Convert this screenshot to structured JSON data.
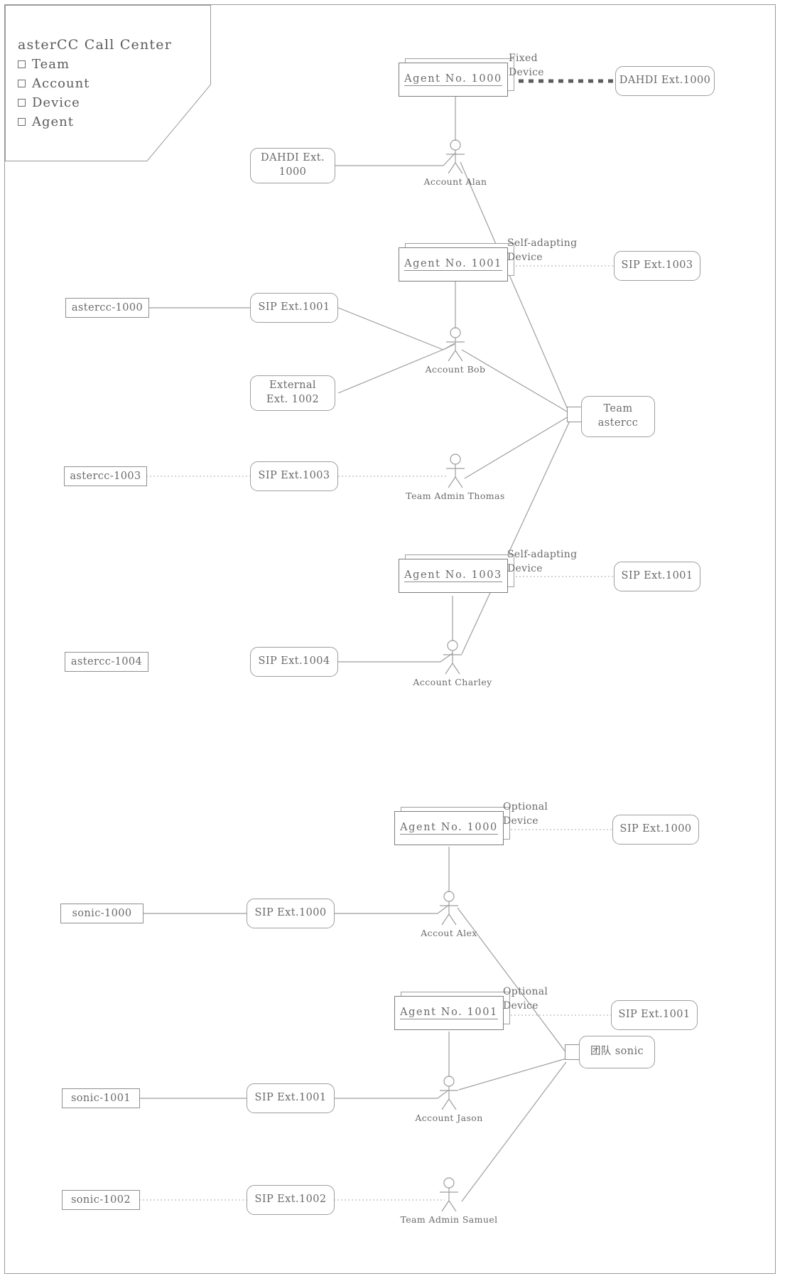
{
  "diagram": {
    "type": "uml-deployment-diagram",
    "title_note": {
      "title": "asterCC Call Center",
      "items": [
        {
          "label": "Team"
        },
        {
          "label": "Account"
        },
        {
          "label": "Device"
        },
        {
          "label": "Agent"
        }
      ]
    },
    "colors": {
      "stroke": "#9e9e9e",
      "text": "#6a6a6a",
      "background": "#ffffff",
      "frame": "#9a9a9a"
    },
    "agents": [
      {
        "id": "agent-1000-astercc",
        "label": "Agent  No. 1000",
        "device_label": "Fixed\nDevice"
      },
      {
        "id": "agent-1001-astercc",
        "label": "Agent  No. 1001",
        "device_label": "Self-adapting\nDevice"
      },
      {
        "id": "agent-1003-astercc",
        "label": "Agent  No. 1003",
        "device_label": "Self-adapting\nDevice"
      },
      {
        "id": "agent-1000-sonic",
        "label": "Agent  No. 1000",
        "device_label": "Optional\nDevice"
      },
      {
        "id": "agent-1001-sonic",
        "label": "Agent  No. 1001",
        "device_label": "Optional\nDevice"
      }
    ],
    "devices": [
      {
        "id": "dev-dahdi-1000-right",
        "label": "DAHDI Ext.1000"
      },
      {
        "id": "dev-dahdi-1000-left",
        "label": "DAHDI Ext.\n1000"
      },
      {
        "id": "dev-sip-1003-right",
        "label": "SIP Ext.1003"
      },
      {
        "id": "dev-sip-1001-bob",
        "label": "SIP Ext.1001"
      },
      {
        "id": "dev-ext-1002",
        "label": "External\nExt. 1002"
      },
      {
        "id": "dev-sip-1003-thomas",
        "label": "SIP Ext.1003"
      },
      {
        "id": "dev-sip-1001-right",
        "label": "SIP Ext.1001"
      },
      {
        "id": "dev-sip-1004",
        "label": "SIP Ext.1004"
      },
      {
        "id": "dev-sip-1000-right",
        "label": "SIP Ext.1000"
      },
      {
        "id": "dev-sip-1000-alex",
        "label": "SIP Ext.1000"
      },
      {
        "id": "dev-sip-1001-sonic-r",
        "label": "SIP Ext.1001"
      },
      {
        "id": "dev-sip-1001-jason",
        "label": "SIP Ext.1001"
      },
      {
        "id": "dev-sip-1002-samuel",
        "label": "SIP Ext.1002"
      }
    ],
    "accounts": [
      {
        "id": "acct-astercc-1000",
        "label": "astercc-1000"
      },
      {
        "id": "acct-astercc-1003",
        "label": "astercc-1003"
      },
      {
        "id": "acct-astercc-1004",
        "label": "astercc-1004"
      },
      {
        "id": "acct-sonic-1000",
        "label": "sonic-1000"
      },
      {
        "id": "acct-sonic-1001",
        "label": "sonic-1001"
      },
      {
        "id": "acct-sonic-1002",
        "label": "sonic-1002"
      }
    ],
    "actors": [
      {
        "id": "actor-alan",
        "label": "Account Alan"
      },
      {
        "id": "actor-bob",
        "label": "Account Bob"
      },
      {
        "id": "actor-thomas",
        "label": "Team Admin Thomas"
      },
      {
        "id": "actor-charley",
        "label": "Account Charley"
      },
      {
        "id": "actor-alex",
        "label": "Accout Alex"
      },
      {
        "id": "actor-jason",
        "label": "Account Jason"
      },
      {
        "id": "actor-samuel",
        "label": "Team Admin Samuel"
      }
    ],
    "teams": [
      {
        "id": "team-astercc",
        "label": "Team\nastercc"
      },
      {
        "id": "team-sonic",
        "label": "团队 sonic"
      }
    ]
  }
}
